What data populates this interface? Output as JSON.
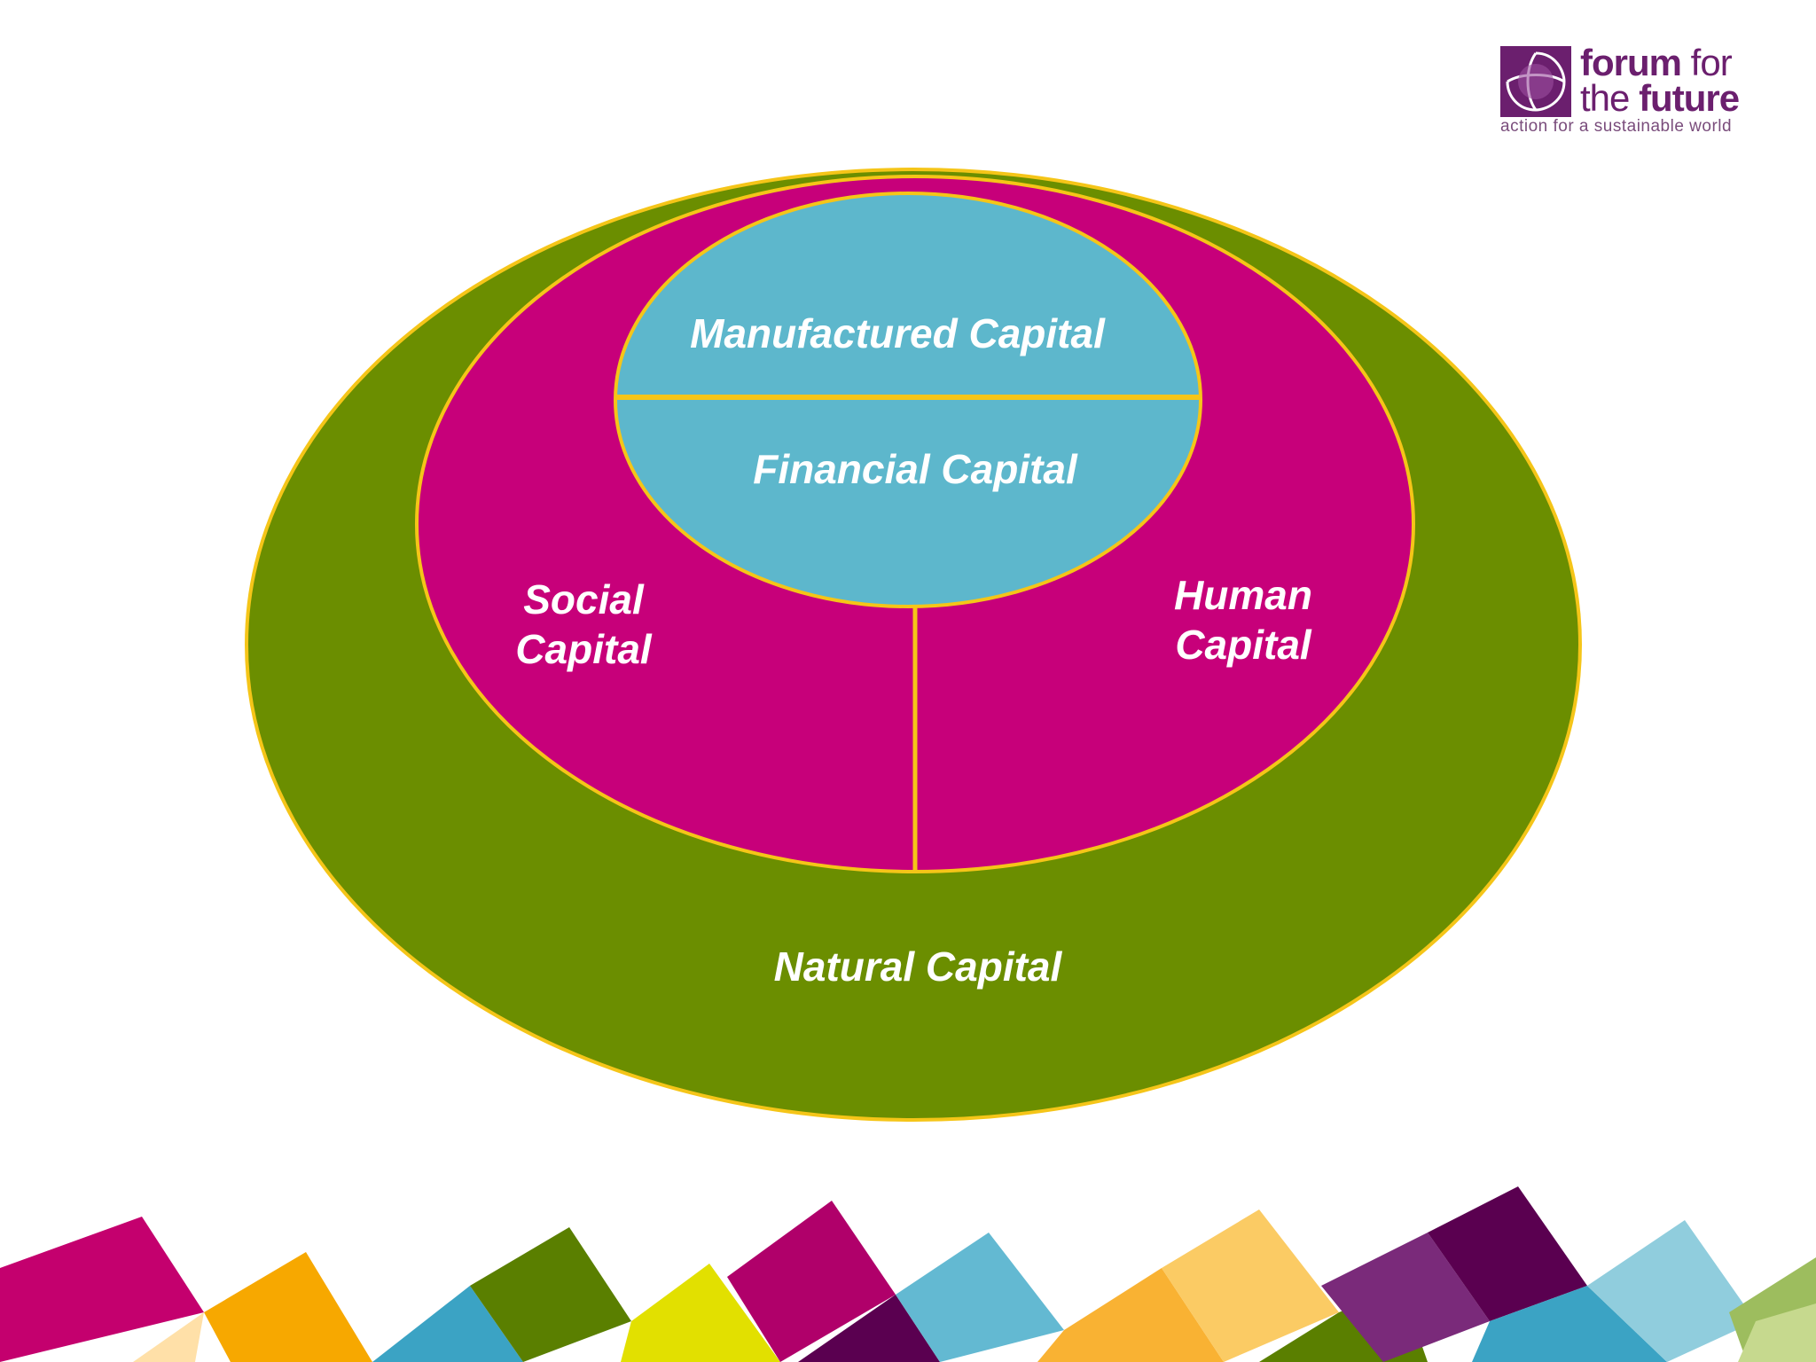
{
  "logo": {
    "name_part1": "forum",
    "name_part2": " for",
    "name_part3": "the ",
    "name_part4": "future",
    "tagline": "action for a sustainable world"
  },
  "diagram": {
    "outer_label": "Natural Capital",
    "middle_left_line1": "Social",
    "middle_left_line2": "Capital",
    "middle_right_line1": "Human",
    "middle_right_line2": "Capital",
    "inner_top_label": "Manufactured Capital",
    "inner_bottom_label": "Financial Capital"
  },
  "colors": {
    "outer": "#6b8e00",
    "middle": "#c7007a",
    "inner": "#5db7cc",
    "border": "#f5c518",
    "logo": "#6b1f6e"
  }
}
